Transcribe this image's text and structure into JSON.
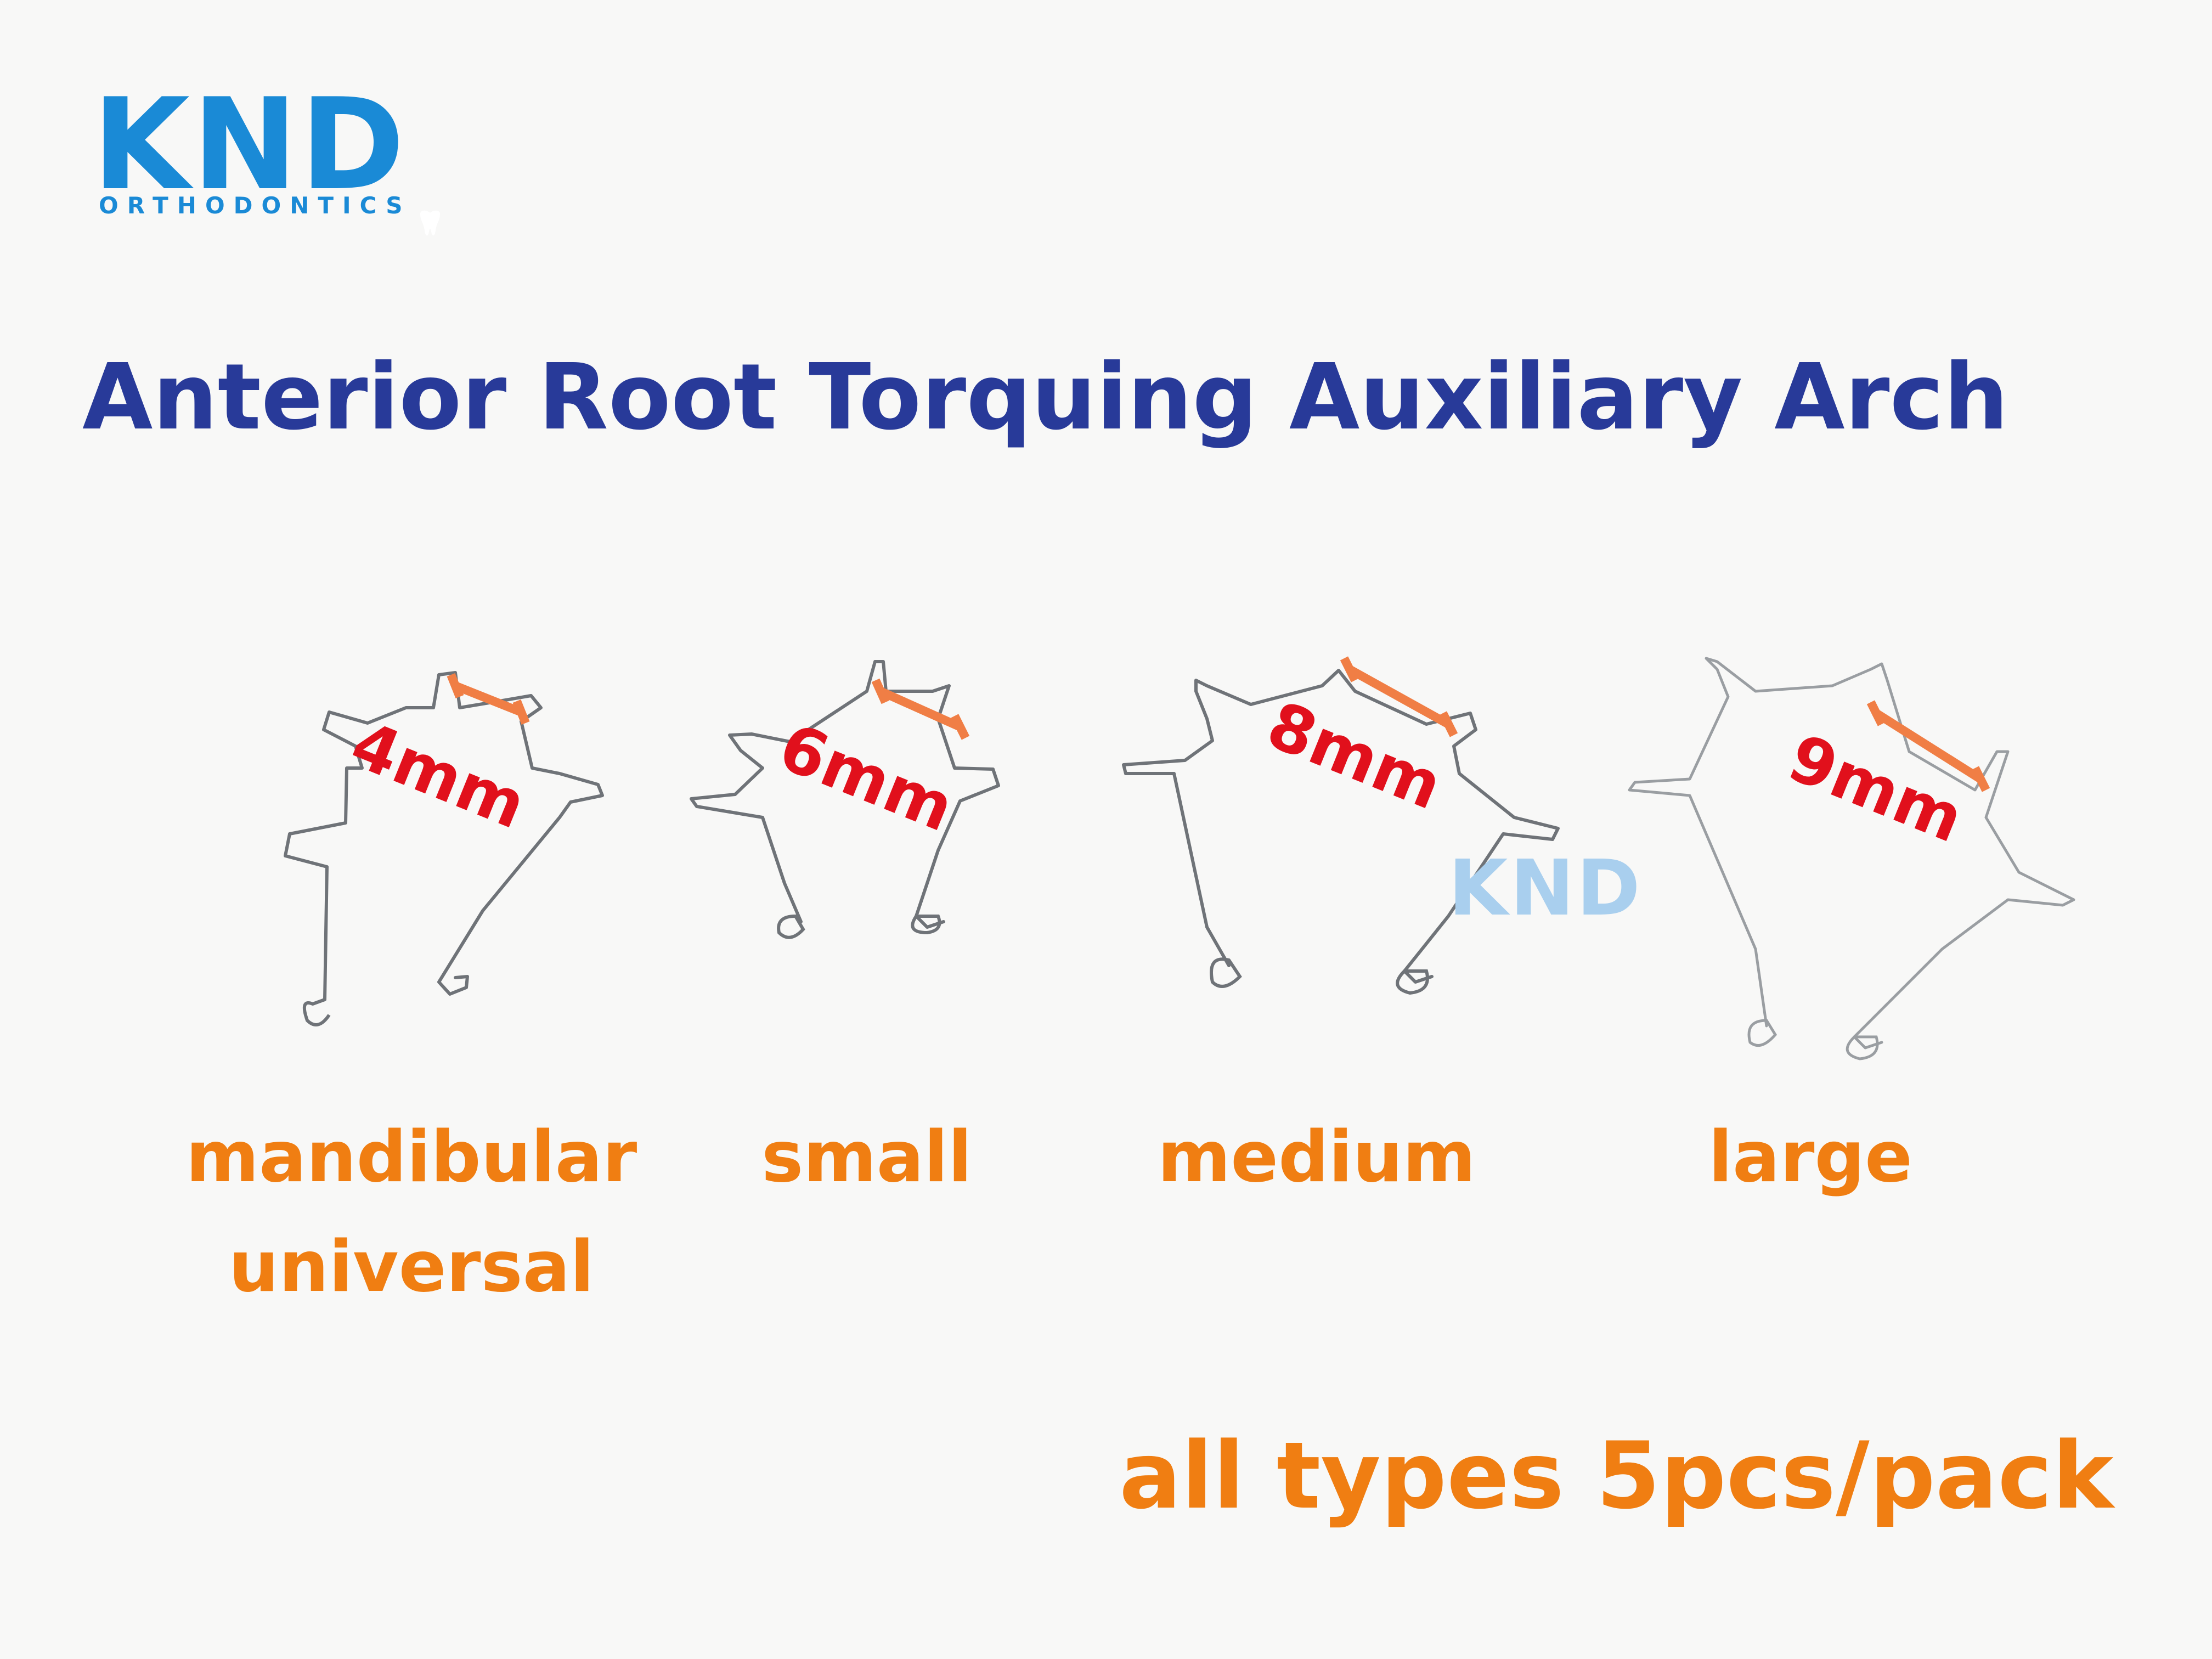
{
  "brand": {
    "logo_word": "KND",
    "logo_subtitle": "ORTHODONTICS",
    "logo_color": "#1a8ad6",
    "watermark": "KND"
  },
  "title": "Anterior Root Torquing Auxiliary Arch",
  "colors": {
    "title": "#283a99",
    "label": "#f07e12",
    "size_tag": "#e1101c",
    "measure_bar": "#f07e45",
    "wire": "#6f7378"
  },
  "products": [
    {
      "size": "4mm",
      "label_lines": [
        "mandibular",
        "universal"
      ]
    },
    {
      "size": "6mm",
      "label_lines": [
        "small"
      ]
    },
    {
      "size": "8mm",
      "label_lines": [
        "medium"
      ]
    },
    {
      "size": "9mm",
      "label_lines": [
        "large"
      ]
    }
  ],
  "pack_note": "all types 5pcs/pack"
}
